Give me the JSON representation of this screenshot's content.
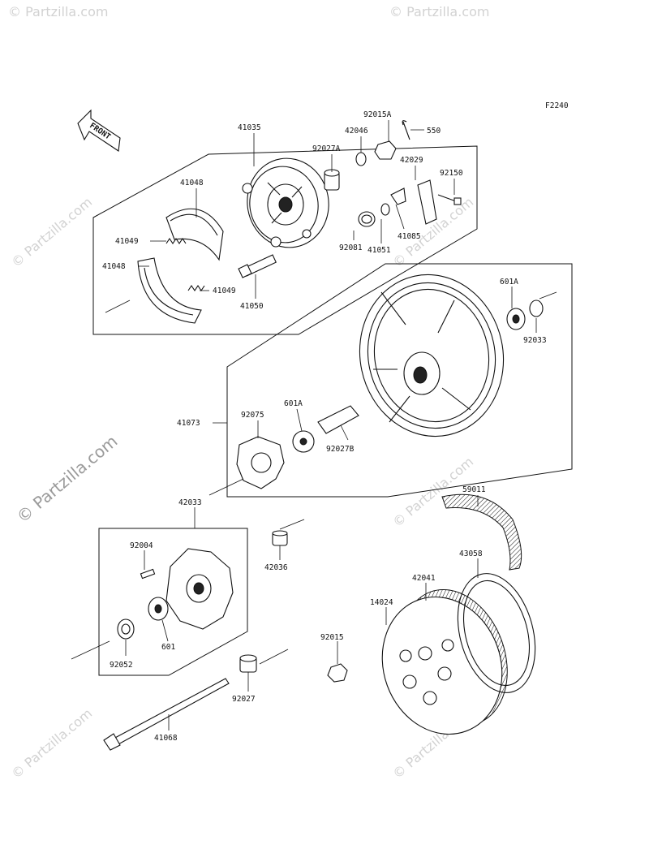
{
  "diagram_code": "F2240",
  "front_label": "FRONT",
  "watermark_main": "© Partzilla.com",
  "watermark_faint": "© Partzilla.com",
  "parts": {
    "p41035": "41035",
    "p92015A": "92015A",
    "p42046": "42046",
    "p550": "550",
    "p92027A": "92027A",
    "p42029": "42029",
    "p92150": "92150",
    "p41048a": "41048",
    "p41049a": "41049",
    "p41048b": "41048",
    "p41049b": "41049",
    "p41050": "41050",
    "p92081": "92081",
    "p41051": "41051",
    "p41085": "41085",
    "p601A_top": "601A",
    "p92033": "92033",
    "p41073": "41073",
    "p92075": "92075",
    "p601A_mid": "601A",
    "p92027B": "92027B",
    "p59011": "59011",
    "p42033": "42033",
    "p92004": "92004",
    "p42036": "42036",
    "p43058": "43058",
    "p42041": "42041",
    "p14024": "14024",
    "p601": "601",
    "p92015": "92015",
    "p92052": "92052",
    "p92027": "92027",
    "p41068": "41068"
  }
}
